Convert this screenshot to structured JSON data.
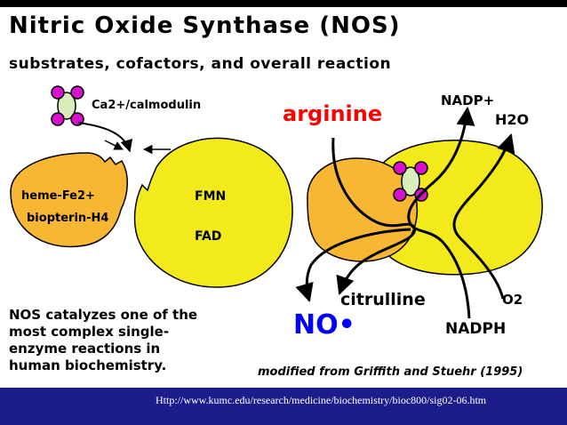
{
  "title": "Nitric Oxide Synthase (NOS)",
  "subtitle": "substrates, cofactors, and overall reaction",
  "labels": {
    "ca_calmodulin": "Ca2+/calmodulin",
    "heme": "heme-Fe2+",
    "biopterin": "biopterin-H4",
    "fmn": "FMN",
    "fad": "FAD",
    "arginine": "arginine",
    "nadp": "NADP+",
    "water": "H2O",
    "citrulline": "citrulline",
    "no": "NO•",
    "oxygen": "O2",
    "nadph": "NADPH"
  },
  "description": [
    "NOS catalyzes one of the",
    "most complex single-",
    "enzyme reactions in",
    "human biochemistry."
  ],
  "credit": "modified from Griffith and Stuehr (1995)",
  "footer_url": "Http://www.kumc.edu/research/medicine/biochemistry/bioc800/sig02-06.htm",
  "colors": {
    "domain_orange": "#f7b733",
    "domain_yellow": "#f2ea1a",
    "calmodulin_lobe": "#d90fd0",
    "calmodulin_core": "#d9eebb",
    "arginine": "#ff0000",
    "no": "#0000ff",
    "footer": "#1c1c8c"
  }
}
